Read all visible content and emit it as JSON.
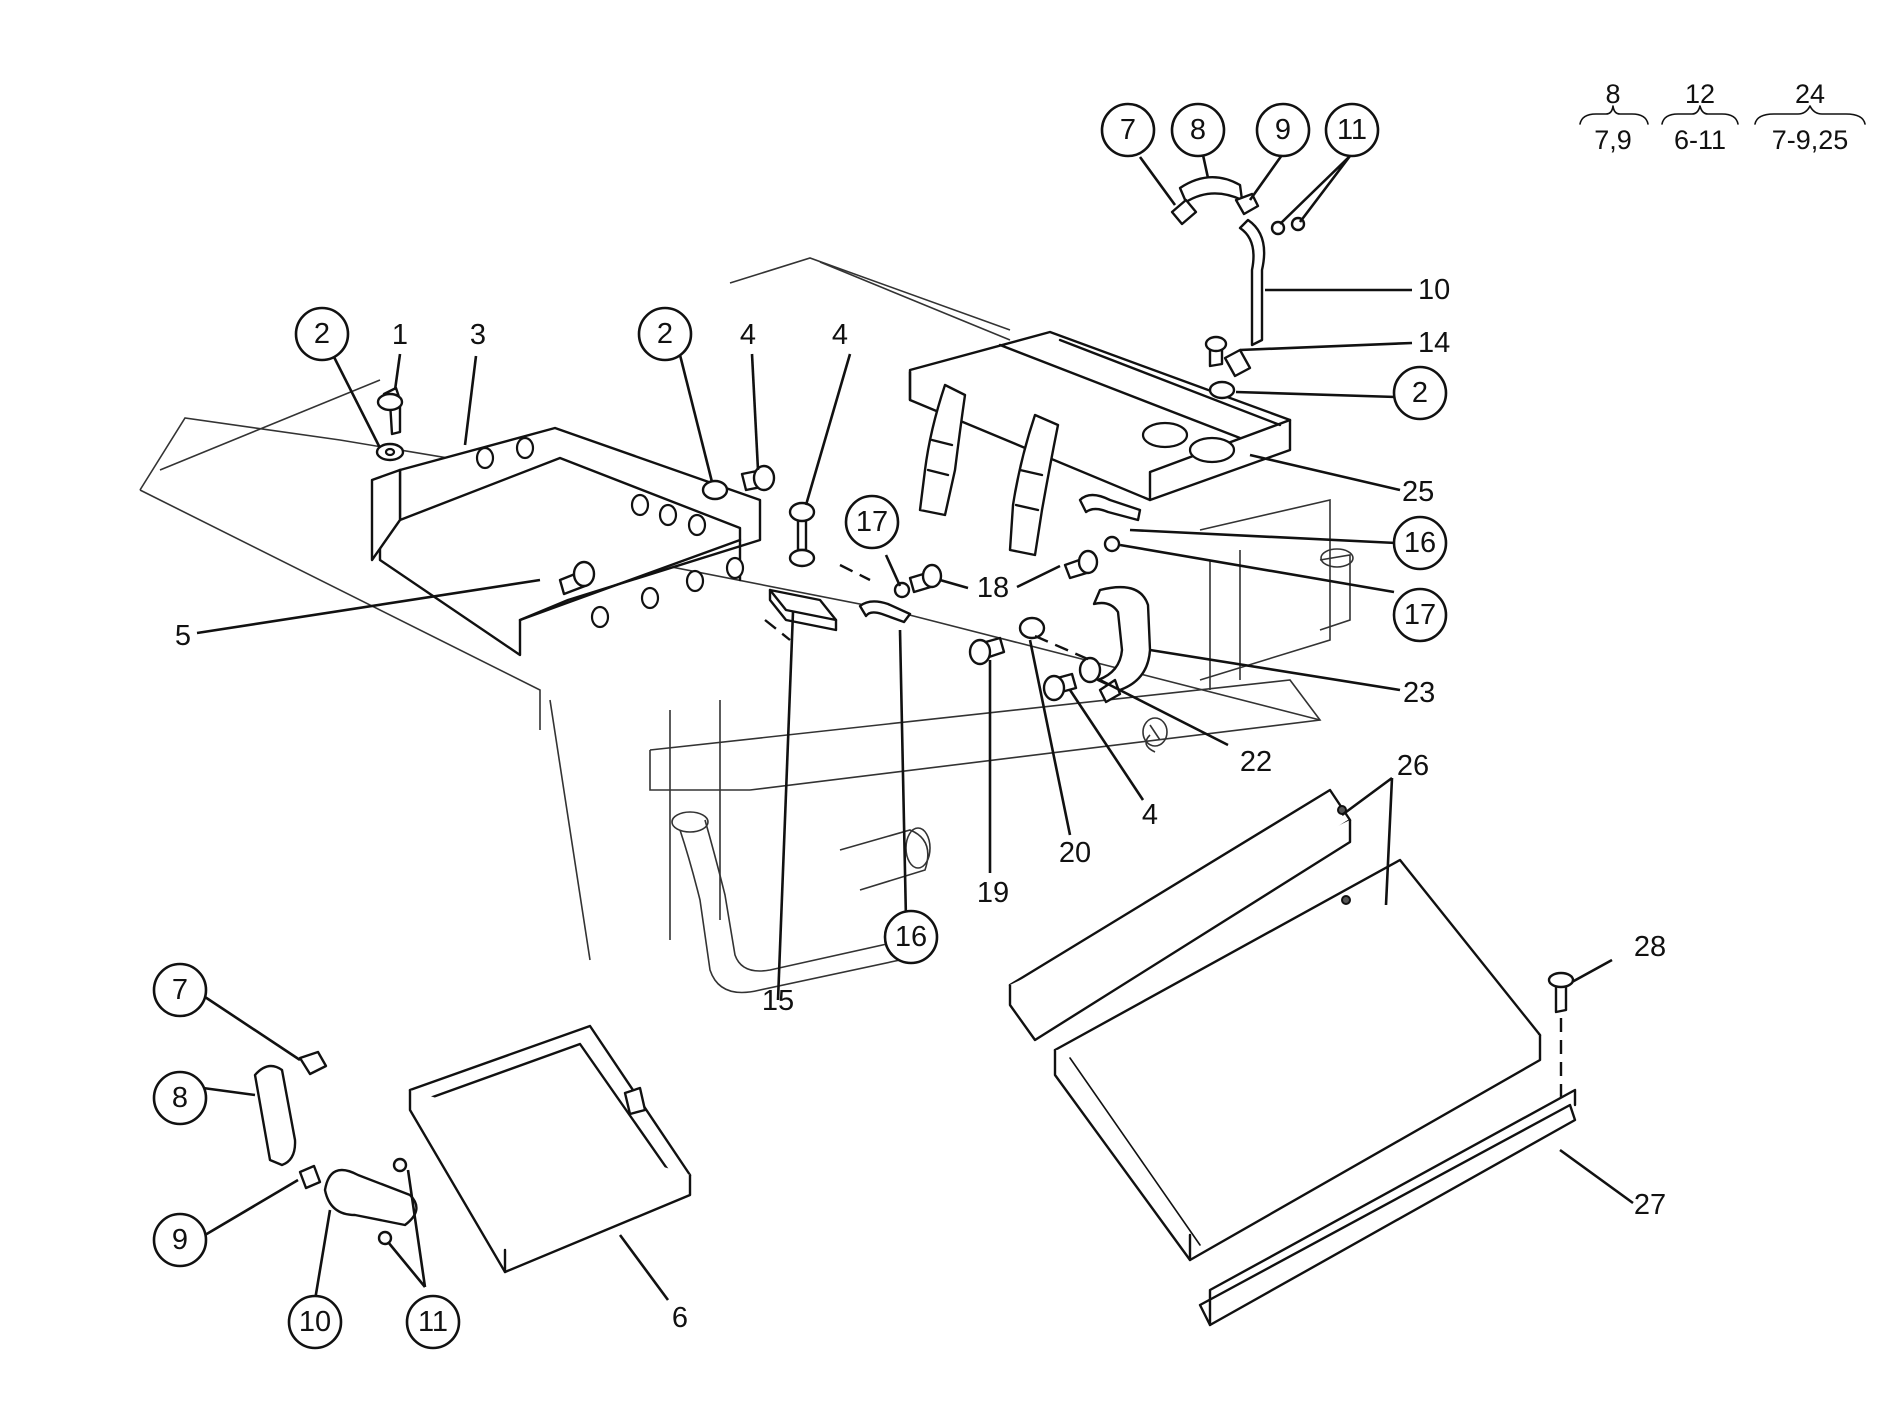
{
  "legend": [
    {
      "top": "8",
      "bottom": "7,9"
    },
    {
      "top": "12",
      "bottom": "6-11"
    },
    {
      "top": "24",
      "bottom": "7-9,25"
    }
  ],
  "callouts": {
    "c2a": "2",
    "c1": "1",
    "c3": "3",
    "c2b": "2",
    "c4a": "4",
    "c4b": "4",
    "c7top": "7",
    "c8top": "8",
    "c9top": "9",
    "c11top": "11",
    "c10top": "10",
    "c14": "14",
    "c2c": "2",
    "c25": "25",
    "c16a": "16",
    "c17a": "17",
    "c17b": "17",
    "c18": "18",
    "c5": "5",
    "c15": "15",
    "c16b": "16",
    "c19": "19",
    "c20": "20",
    "c4c": "4",
    "c22": "22",
    "c23": "23",
    "c26": "26",
    "c28": "28",
    "c27": "27",
    "c7bot": "7",
    "c8bot": "8",
    "c9bot": "9",
    "c10bot": "10",
    "c11bot": "11",
    "c6": "6"
  }
}
